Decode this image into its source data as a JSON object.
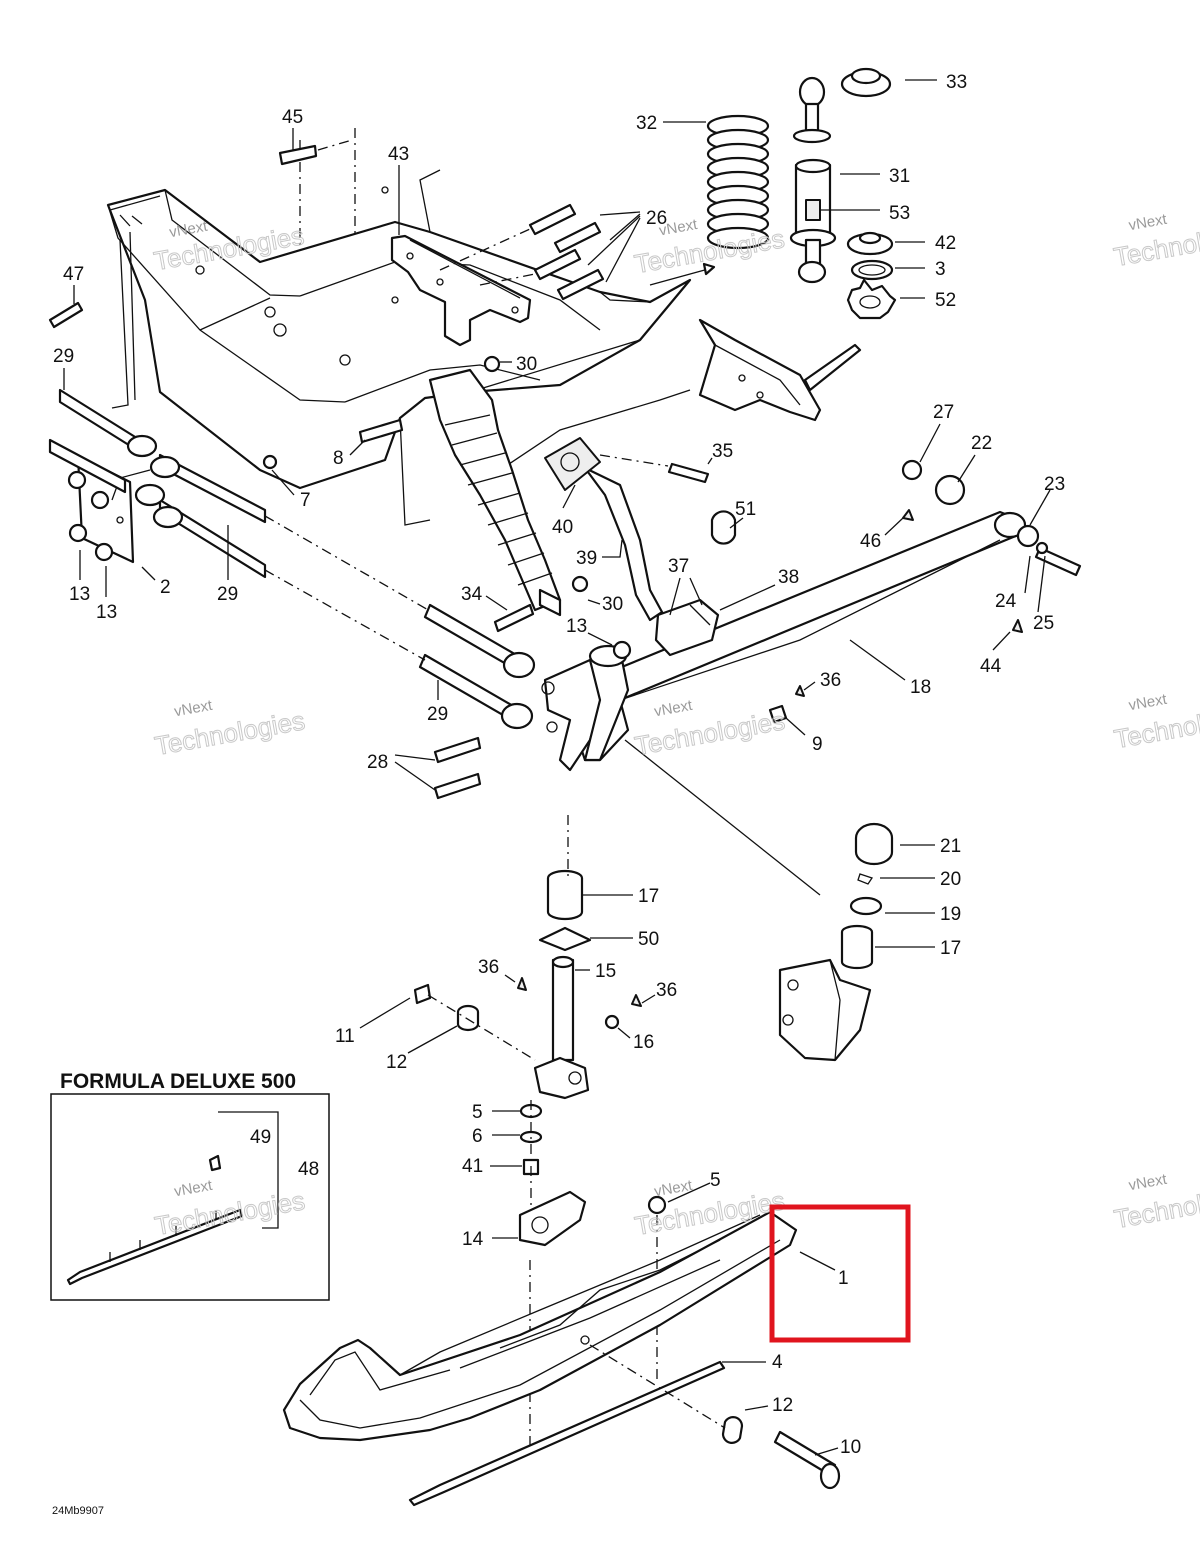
{
  "diagram": {
    "inset_title": "FORMULA DELUXE 500",
    "drawing_code": "24Mb9907",
    "highlight_color": "#e0141e",
    "watermark": {
      "line1": "vNext",
      "line2": "Technologies"
    },
    "callouts": [
      {
        "id": "c33",
        "label": "33"
      },
      {
        "id": "c32",
        "label": "32"
      },
      {
        "id": "c31",
        "label": "31"
      },
      {
        "id": "c53",
        "label": "53"
      },
      {
        "id": "c42",
        "label": "42"
      },
      {
        "id": "c3",
        "label": "3"
      },
      {
        "id": "c52",
        "label": "52"
      },
      {
        "id": "c45",
        "label": "45"
      },
      {
        "id": "c43",
        "label": "43"
      },
      {
        "id": "c26",
        "label": "26"
      },
      {
        "id": "c47",
        "label": "47"
      },
      {
        "id": "c29a",
        "label": "29"
      },
      {
        "id": "c30a",
        "label": "30"
      },
      {
        "id": "c27",
        "label": "27"
      },
      {
        "id": "c22",
        "label": "22"
      },
      {
        "id": "c8",
        "label": "8"
      },
      {
        "id": "c7",
        "label": "7"
      },
      {
        "id": "c35",
        "label": "35"
      },
      {
        "id": "c23",
        "label": "23"
      },
      {
        "id": "c51",
        "label": "51"
      },
      {
        "id": "c46",
        "label": "46"
      },
      {
        "id": "c40",
        "label": "40"
      },
      {
        "id": "c39",
        "label": "39"
      },
      {
        "id": "c37",
        "label": "37"
      },
      {
        "id": "c38",
        "label": "38"
      },
      {
        "id": "c24",
        "label": "24"
      },
      {
        "id": "c25",
        "label": "25"
      },
      {
        "id": "c2",
        "label": "2"
      },
      {
        "id": "c13a",
        "label": "13"
      },
      {
        "id": "c13b",
        "label": "13"
      },
      {
        "id": "c29b",
        "label": "29"
      },
      {
        "id": "c34",
        "label": "34"
      },
      {
        "id": "c30b",
        "label": "30"
      },
      {
        "id": "c13c",
        "label": "13"
      },
      {
        "id": "c44",
        "label": "44"
      },
      {
        "id": "c36a",
        "label": "36"
      },
      {
        "id": "c18",
        "label": "18"
      },
      {
        "id": "c29c",
        "label": "29"
      },
      {
        "id": "c9",
        "label": "9"
      },
      {
        "id": "c28",
        "label": "28"
      },
      {
        "id": "c21",
        "label": "21"
      },
      {
        "id": "c20",
        "label": "20"
      },
      {
        "id": "c17a",
        "label": "17"
      },
      {
        "id": "c19",
        "label": "19"
      },
      {
        "id": "c50",
        "label": "50"
      },
      {
        "id": "c17b",
        "label": "17"
      },
      {
        "id": "c36b",
        "label": "36"
      },
      {
        "id": "c15",
        "label": "15"
      },
      {
        "id": "c36c",
        "label": "36"
      },
      {
        "id": "c11",
        "label": "11"
      },
      {
        "id": "c16",
        "label": "16"
      },
      {
        "id": "c12a",
        "label": "12"
      },
      {
        "id": "c49",
        "label": "49"
      },
      {
        "id": "c48",
        "label": "48"
      },
      {
        "id": "c5a",
        "label": "5"
      },
      {
        "id": "c6",
        "label": "6"
      },
      {
        "id": "c41",
        "label": "41"
      },
      {
        "id": "c5b",
        "label": "5"
      },
      {
        "id": "c14",
        "label": "14"
      },
      {
        "id": "c1",
        "label": "1"
      },
      {
        "id": "c4",
        "label": "4"
      },
      {
        "id": "c12b",
        "label": "12"
      },
      {
        "id": "c10",
        "label": "10"
      }
    ]
  }
}
